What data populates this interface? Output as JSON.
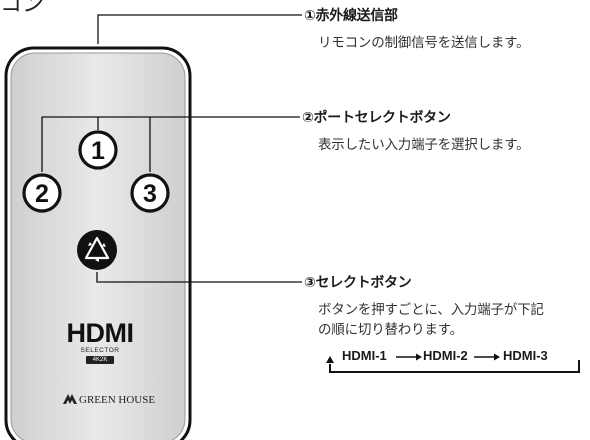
{
  "corner_text": "コン",
  "remote": {
    "buttons": [
      "1",
      "2",
      "3"
    ],
    "logo": "HDMI",
    "logo_sub": "SELECTOR",
    "resolution_badge": "4K2K",
    "brand": "GREEN HOUSE"
  },
  "callouts": [
    {
      "title": "①赤外線送信部",
      "desc": [
        "リモコンの制御信号を送信します。"
      ]
    },
    {
      "title": "②ポートセレクトボタン",
      "desc": [
        "表示したい入力端子を選択します。"
      ]
    },
    {
      "title": "③セレクトボタン",
      "desc": [
        "ボタンを押すごとに、入力端子が下記",
        "の順に切り替わります。"
      ]
    }
  ],
  "sequence": [
    "HDMI-1",
    "HDMI-2",
    "HDMI-3"
  ]
}
